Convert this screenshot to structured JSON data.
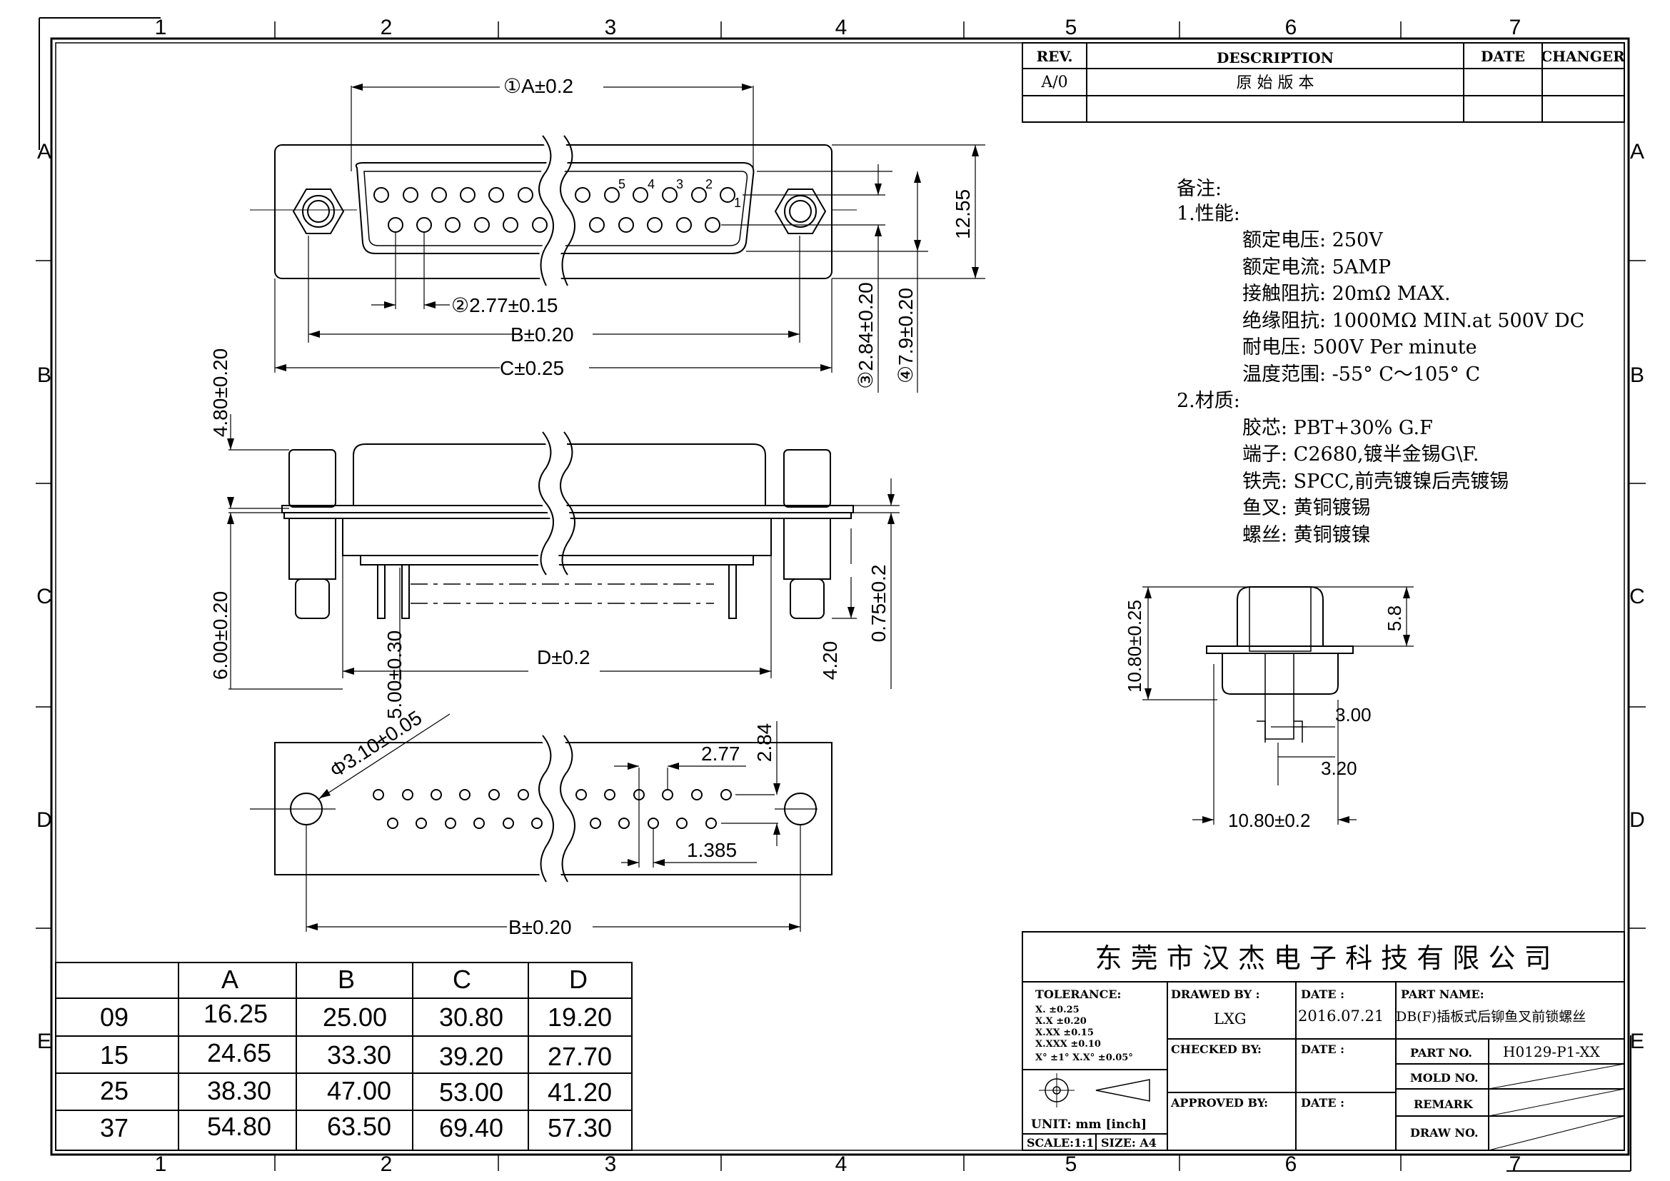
{
  "grid": {
    "columns": [
      "1",
      "2",
      "3",
      "4",
      "5",
      "6",
      "7"
    ],
    "rows": [
      "A",
      "B",
      "C",
      "D",
      "E"
    ]
  },
  "revision": {
    "headers": [
      "REV.",
      "DESCRIPTION",
      "DATE",
      "CHANGER"
    ],
    "rows": [
      [
        "A/0",
        "原 始 版 本",
        "",
        ""
      ]
    ]
  },
  "dimensions": {
    "a": "①A±0.2",
    "pin_pitch_277": "②2.77±0.15",
    "b": "B±0.20",
    "c": "C±0.25",
    "h_1255": "12.55",
    "v_284": "③2.84±0.20",
    "v_79": "④7.9±0.20",
    "pins": [
      "5",
      "4",
      "3",
      "2",
      "1"
    ],
    "side_480": "4.80±0.20",
    "side_600": "6.00±0.20",
    "side_500": "5.00±0.30",
    "side_075": "0.75±0.2",
    "side_420": "4.20",
    "d": "D±0.2",
    "hole": "Φ3.10±0.05",
    "bottom_277": "2.77",
    "bottom_284": "2.84",
    "bottom_1385": "1.385",
    "bottom_b": "B±0.20",
    "small_1080v": "10.80±0.25",
    "small_58": "5.8",
    "small_300": "3.00",
    "small_320": "3.20",
    "small_1080h": "10.80±0.2"
  },
  "notes": {
    "title": "备注:",
    "perf_title": "1.性能:",
    "perf": [
      "额定电压: 250V",
      "额定电流: 5AMP",
      "接触阻抗: 20mΩ MAX.",
      "绝缘阻抗: 1000MΩ MIN.at 500V DC",
      "耐电压: 500V Per minute",
      "温度范围: -55° C～105° C"
    ],
    "mat_title": "2.材质:",
    "mat": [
      "胶芯: PBT+30% G.F",
      "端子: C2680,镀半金锡G\\F.",
      "铁壳: SPCC,前壳镀镍后壳镀锡",
      "鱼叉: 黄铜镀锡",
      "螺丝: 黄铜镀镍"
    ]
  },
  "dim_table": {
    "headers": [
      "",
      "A",
      "B",
      "C",
      "D"
    ],
    "rows": [
      [
        "09",
        "16.25",
        "25.00",
        "30.80",
        "19.20"
      ],
      [
        "15",
        "24.65",
        "33.30",
        "39.20",
        "27.70"
      ],
      [
        "25",
        "38.30",
        "47.00",
        "53.00",
        "41.20"
      ],
      [
        "37",
        "54.80",
        "63.50",
        "69.40",
        "57.30"
      ]
    ]
  },
  "title_block": {
    "company": "东 莞 市 汉 杰 电 子 科 技 有 限 公 司",
    "tolerance_label": "TOLERANCE:",
    "tolerances": [
      "X.    ±0.25",
      "X.X   ±0.20",
      "X.XX  ±0.15",
      "X.XXX ±0.10"
    ],
    "angle_tol": "X° ±1°     X.X° ±0.05°",
    "unit": "UNIT: mm [inch]",
    "scale": "SCALE:1:1",
    "size": "SIZE: A4",
    "drawn_by_label": "DRAWED BY :",
    "drawn_by": "LXG",
    "checked_by_label": "CHECKED BY:",
    "approved_by_label": "APPROVED BY:",
    "date_label": "DATE :",
    "date": "2016.07.21",
    "part_name_label": "PART NAME:",
    "part_name": "DB(F)插板式后铆鱼叉前锁螺丝",
    "part_no_label": "PART NO.",
    "part_no": "H0129-P1-XX",
    "mold_no_label": "MOLD NO.",
    "remark_label": "REMARK",
    "draw_no_label": "DRAW NO."
  }
}
